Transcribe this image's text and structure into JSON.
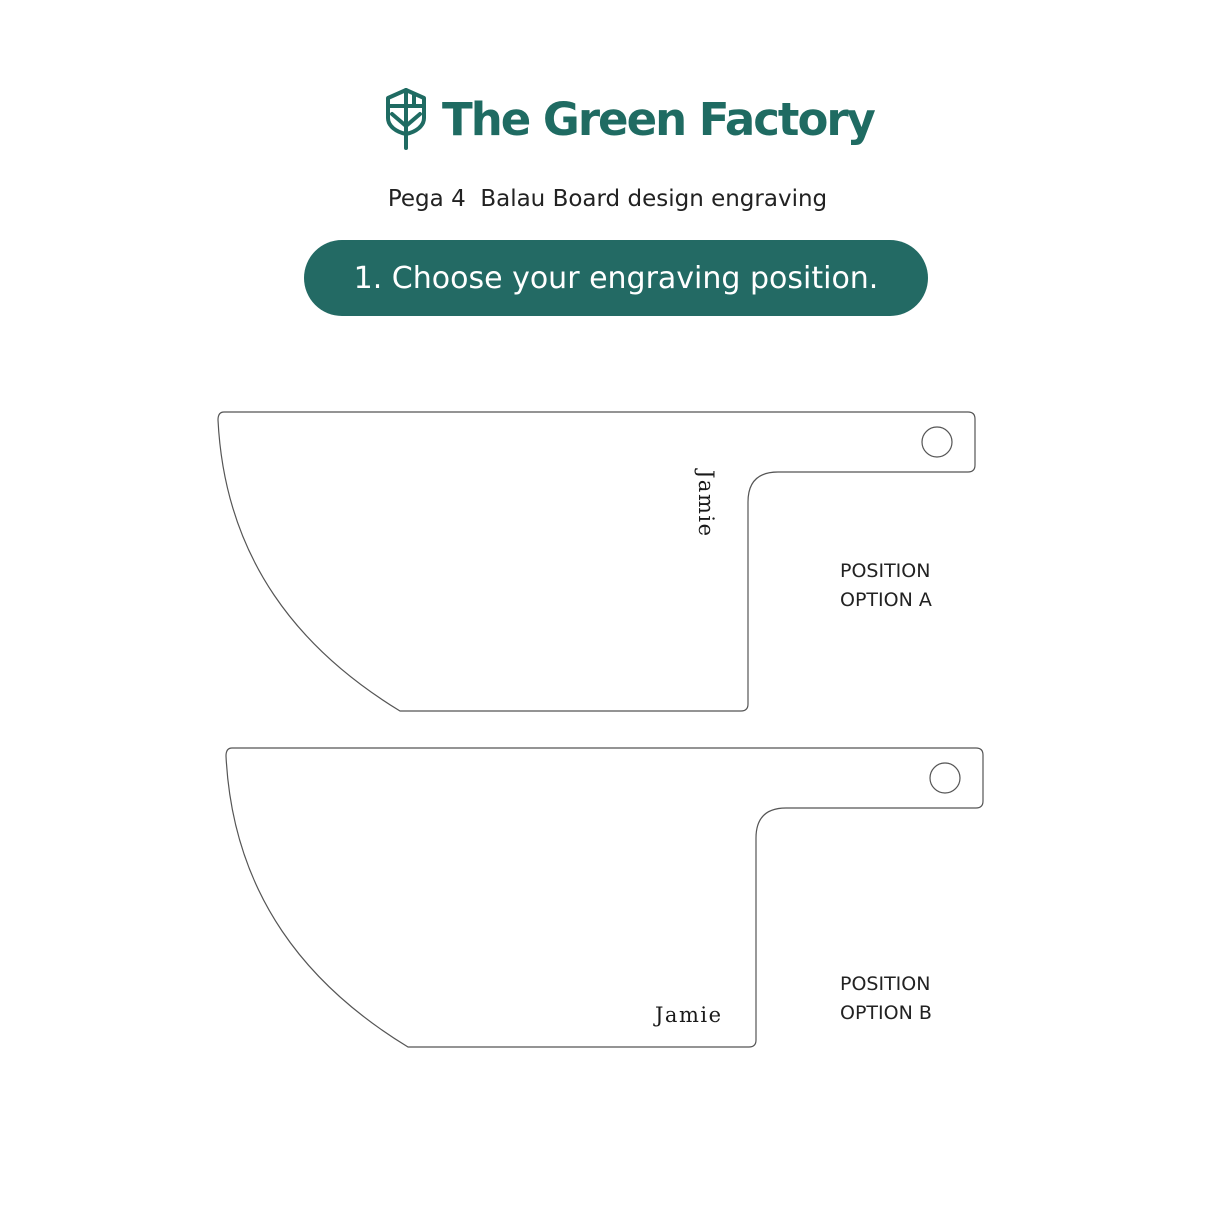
{
  "brand": {
    "name": "The Green Factory",
    "color": "#1f6b62"
  },
  "subtitle": "Pega 4  Balau Board design engraving",
  "step": {
    "label": "1. Choose your engraving position.",
    "background": "#236a64"
  },
  "options": [
    {
      "engraving_text": "Jamie",
      "orientation": "vertical",
      "label_line1": "POSITION",
      "label_line2": "OPTION A"
    },
    {
      "engraving_text": "Jamie",
      "orientation": "horizontal",
      "label_line1": "POSITION",
      "label_line2": "OPTION B"
    }
  ]
}
